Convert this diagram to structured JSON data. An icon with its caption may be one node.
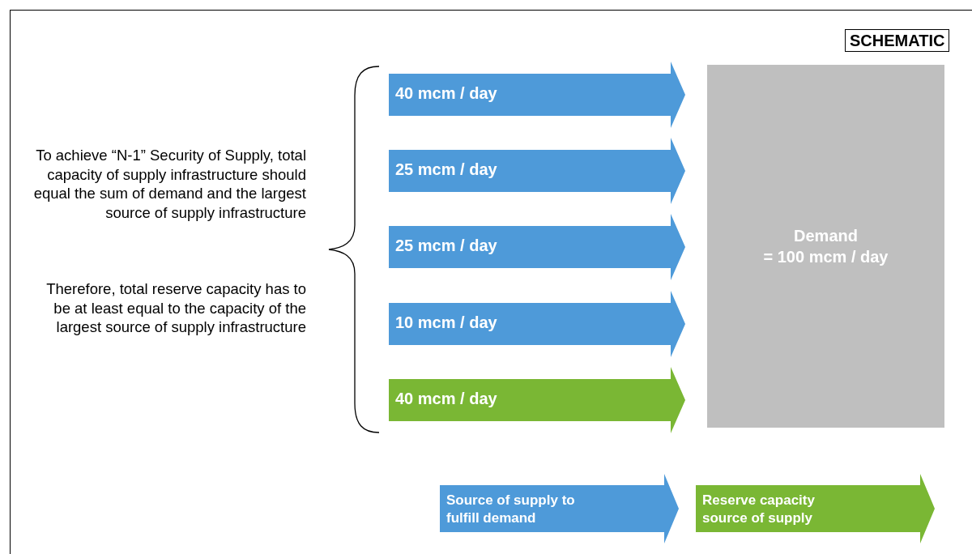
{
  "diagram": {
    "nodes": [
      {
        "text": [
          "40 mcm / day"
        ]
      },
      {
        "text": [
          "25 mcm / day"
        ]
      },
      {
        "text": [
          "25 mcm / day"
        ]
      },
      {
        "text": [
          "10 mcm / day"
        ]
      },
      {
        "text": [
          "40 mcm / day"
        ]
      },
      {
        "text": [
          "Demand",
          "= 100 mcm / day"
        ]
      }
    ],
    "labels": [
      "SCHEMATIC",
      "To achieve “N-1” Security of Supply, total capacity of supply infrastructure should equal the sum of demand and the largest source of supply infrastructure",
      "Therefore, total reserve capacity has to be at least equal to the capacity of the largest source of supply infrastructure"
    ],
    "legend": [
      {
        "text": "Source of supply to fulfill demand",
        "color": "#4e9ad9"
      },
      {
        "text": "Reserve capacity source of supply",
        "color": "#7ab734"
      }
    ]
  }
}
